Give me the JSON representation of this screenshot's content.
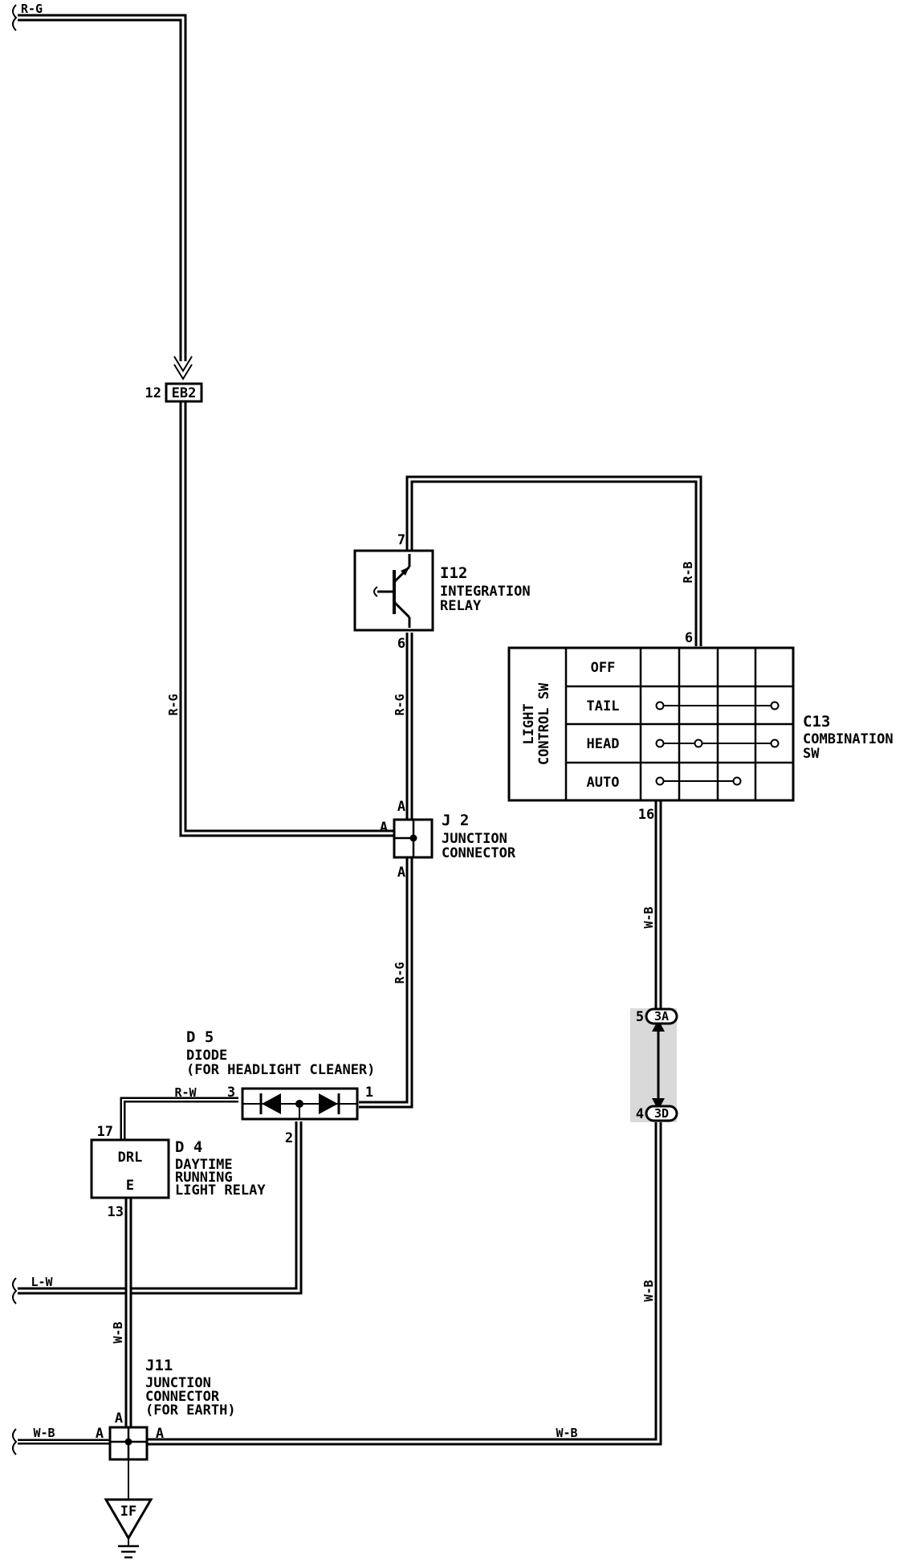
{
  "wire_labels": {
    "top_left": "R-G",
    "left_vertical": "R-G",
    "relay_to_j2": "R-G",
    "j2_to_diode": "R-G",
    "relay_to_switch": "R-B",
    "switch_to_tv": "W-B",
    "tv_to_earth": "W-B",
    "diode_to_drl": "R-W",
    "lw_input": "L-W",
    "drl_to_j11": "W-B",
    "wb_input": "W-B",
    "earth_bus": "W-B"
  },
  "connector_eb2": {
    "code": "EB2",
    "pin": "12"
  },
  "relay_i12": {
    "code": "I12",
    "name_line1": "INTEGRATION",
    "name_line2": "RELAY",
    "pin_top": "7",
    "pin_bottom": "6"
  },
  "junction_j2": {
    "code": "J 2",
    "name_line1": "JUNCTION",
    "name_line2": "CONNECTOR",
    "pin_top": "A",
    "pin_left": "A",
    "pin_bottom": "A"
  },
  "switch_c13": {
    "code": "C13",
    "name_line1": "COMBINATION",
    "name_line2": "SW",
    "side_label_line1": "LIGHT",
    "side_label_line2": "CONTROL SW",
    "pin_top": "6",
    "pin_bottom": "16",
    "positions": [
      "OFF",
      "TAIL",
      "HEAD",
      "AUTO"
    ]
  },
  "inline_connectors": {
    "upper_code": "3A",
    "upper_pin": "5",
    "lower_code": "3D",
    "lower_pin": "4"
  },
  "diode_d5": {
    "code": "D 5",
    "name_line1": "DIODE",
    "name_line2": "(FOR HEADLIGHT CLEANER)",
    "pin_left": "3",
    "pin_right": "1",
    "pin_bottom": "2"
  },
  "relay_d4": {
    "code": "D 4",
    "name_line1": "DAYTIME",
    "name_line2": "RUNNING",
    "name_line3": "LIGHT RELAY",
    "terminal_top": "DRL",
    "terminal_bottom": "E",
    "pin_top": "17",
    "pin_bottom": "13"
  },
  "junction_j11": {
    "code": "J11",
    "name_line1": "JUNCTION",
    "name_line2": "CONNECTOR",
    "name_line3": "(FOR EARTH)",
    "pin_top": "A",
    "pin_left": "A",
    "pin_right": "A"
  },
  "earth_point": {
    "code": "IF"
  }
}
